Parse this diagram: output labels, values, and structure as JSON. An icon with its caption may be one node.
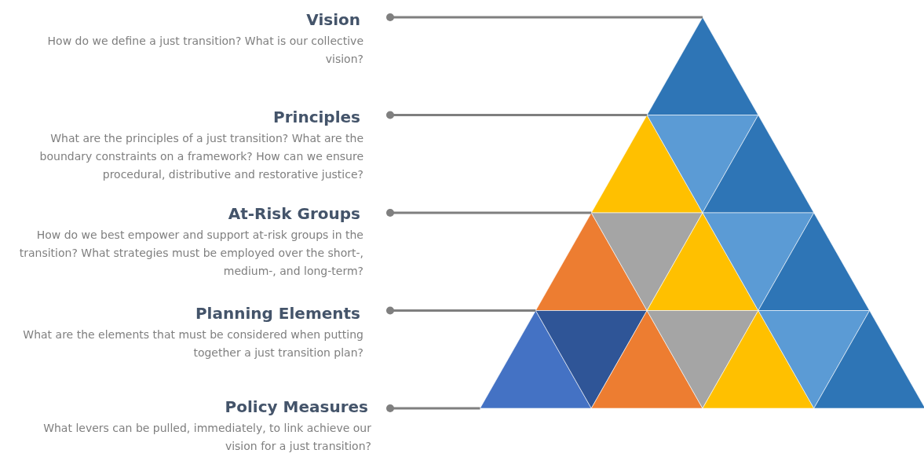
{
  "diagram": {
    "nodes": [
      {
        "text": [
          "Vision",
          "How do we define a just transition? What is our collective vision?"
        ]
      },
      {
        "text": [
          "Principles",
          "What are the principles of a just transition?  What are the boundary constraints on a framework? How can we ensure procedural, distributive and restorative justice?"
        ]
      },
      {
        "text": [
          "At-Risk Groups",
          "How do we best empower and support at-risk groups in the transition? What strategies must be employed over the short-, medium-, and long-term?"
        ]
      },
      {
        "text": [
          "Planning Elements",
          "What are the elements that must be considered when putting together a just transition plan?"
        ]
      },
      {
        "text": [
          "Policy Measures",
          "What levers can be pulled, immediately, to link achieve our vision for a just transition?"
        ]
      }
    ],
    "edges": [
      {
        "from": 0,
        "to": null,
        "arrow": "other"
      },
      {
        "from": 1,
        "to": null,
        "arrow": "other"
      },
      {
        "from": 2,
        "to": null,
        "arrow": "other"
      },
      {
        "from": 3,
        "to": null,
        "arrow": "other"
      },
      {
        "from": 4,
        "to": null,
        "arrow": "other"
      }
    ]
  }
}
